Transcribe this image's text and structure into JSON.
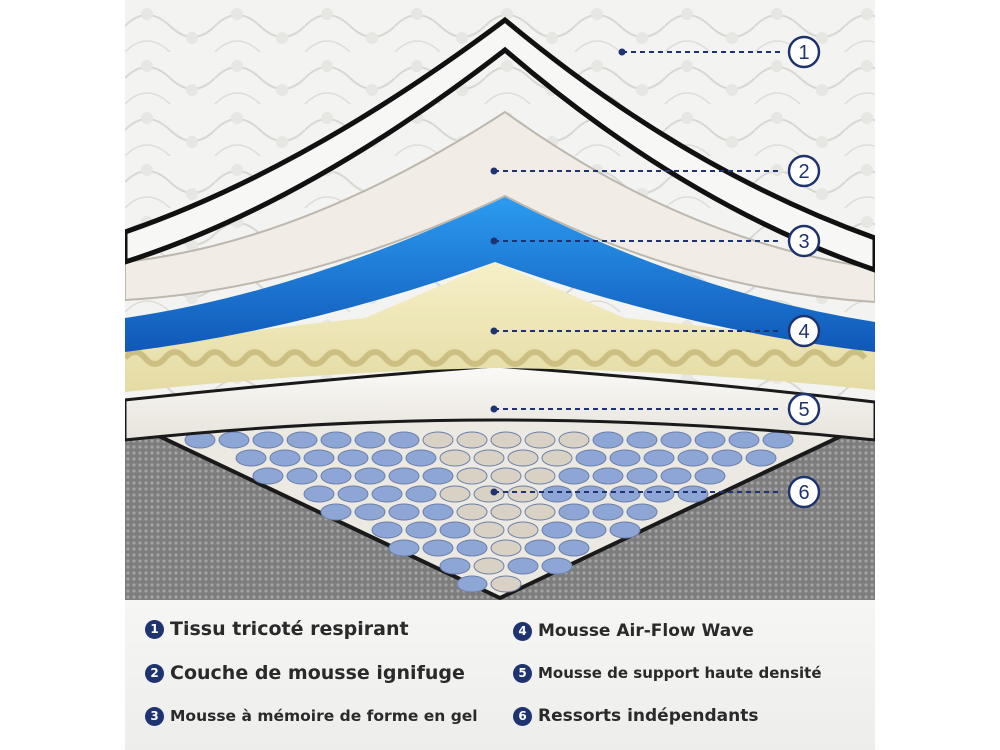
{
  "colors": {
    "navy": "#1f3370",
    "knit": "#f2f2f0",
    "blue_foam": "#1f7fd6",
    "air_flow": "#efe8b8",
    "springs_blue": "#8ea6d6",
    "springs_beige": "#d9d2c4",
    "mesh_grey": "#8a8a8a"
  },
  "callouts": [
    {
      "number": "1",
      "icon": "circled-number"
    },
    {
      "number": "2",
      "icon": "circled-number"
    },
    {
      "number": "3",
      "icon": "circled-number"
    },
    {
      "number": "4",
      "icon": "circled-number"
    },
    {
      "number": "5",
      "icon": "circled-number"
    },
    {
      "number": "6",
      "icon": "circled-number"
    }
  ],
  "legend": [
    {
      "number": "1",
      "label": "Tissu tricoté respirant"
    },
    {
      "number": "2",
      "label": "Couche de mousse ignifuge"
    },
    {
      "number": "3",
      "label": "Mousse à mémoire de forme en gel"
    },
    {
      "number": "4",
      "label": "Mousse Air-Flow Wave"
    },
    {
      "number": "5",
      "label": "Mousse de support haute densité"
    },
    {
      "number": "6",
      "label": "Ressorts indépendants"
    }
  ]
}
